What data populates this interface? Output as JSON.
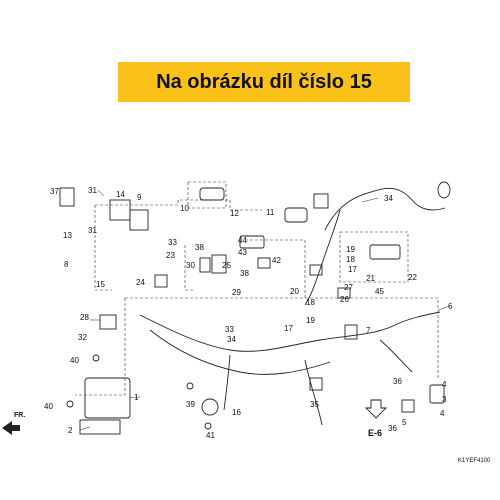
{
  "banner": {
    "text": "Na obrázku díl číslo 15",
    "color": "#f9c11a"
  },
  "diagram": {
    "callouts": [
      "1",
      "2",
      "3",
      "4",
      "4",
      "5",
      "6",
      "7",
      "8",
      "9",
      "10",
      "11",
      "12",
      "13",
      "14",
      "15",
      "16",
      "17",
      "17",
      "18",
      "18",
      "19",
      "19",
      "20",
      "21",
      "22",
      "23",
      "24",
      "25",
      "26",
      "27",
      "28",
      "29",
      "30",
      "31",
      "31",
      "32",
      "33",
      "33",
      "34",
      "34",
      "35",
      "36",
      "36",
      "37",
      "38",
      "38",
      "39",
      "40",
      "40",
      "41",
      "42",
      "43",
      "44",
      "45"
    ],
    "section_ref": "E-6",
    "direction_label": "FR.",
    "diagram_code": "K1YEF4100"
  }
}
